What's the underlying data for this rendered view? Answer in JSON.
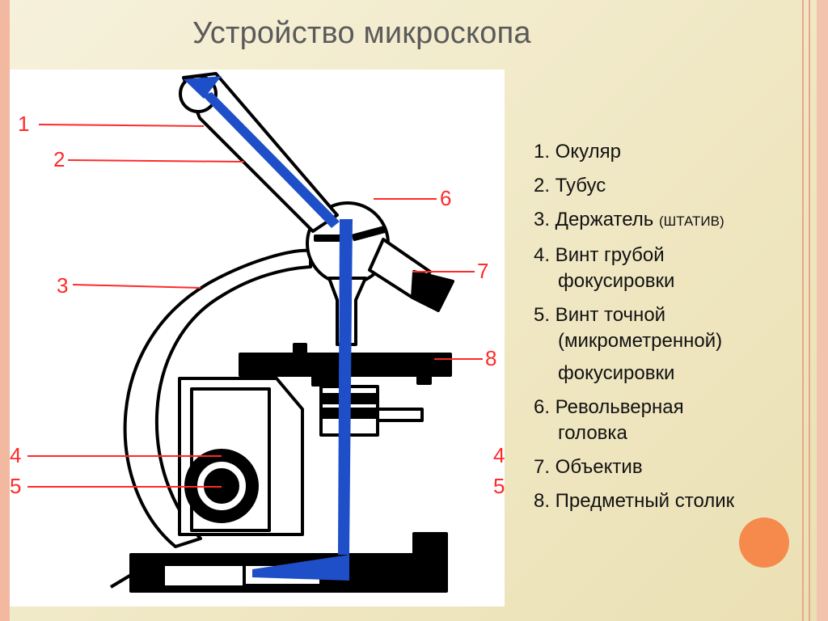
{
  "title": "Устройство микроскопа",
  "diagram": {
    "callouts": [
      "1",
      "2",
      "3",
      "4",
      "5",
      "6",
      "7",
      "8"
    ],
    "edge_marks": [
      "4",
      "5"
    ]
  },
  "legend": [
    {
      "lines": [
        "1. Окуляр"
      ]
    },
    {
      "lines": [
        "2. Тубус"
      ]
    },
    {
      "lines": [
        "3. Держатель"
      ],
      "note": "(ШТАТИВ)"
    },
    {
      "lines": [
        "4. Винт грубой",
        "фокусировки"
      ]
    },
    {
      "lines": [
        "5. Винт точной",
        "(микрометренной)",
        "фокусировки"
      ]
    },
    {
      "lines": [
        "6. Револьверная",
        "головка"
      ]
    },
    {
      "lines": [
        "7. Объектив"
      ]
    },
    {
      "lines": [
        "8. Предметный столик"
      ]
    }
  ],
  "colors": {
    "title": "#5a5a5a",
    "callout": "#ff2a2a",
    "light_path": "#1f4fc8",
    "accent_circle": "#f58a4c"
  },
  "icons": [
    "microscope-diagram"
  ]
}
